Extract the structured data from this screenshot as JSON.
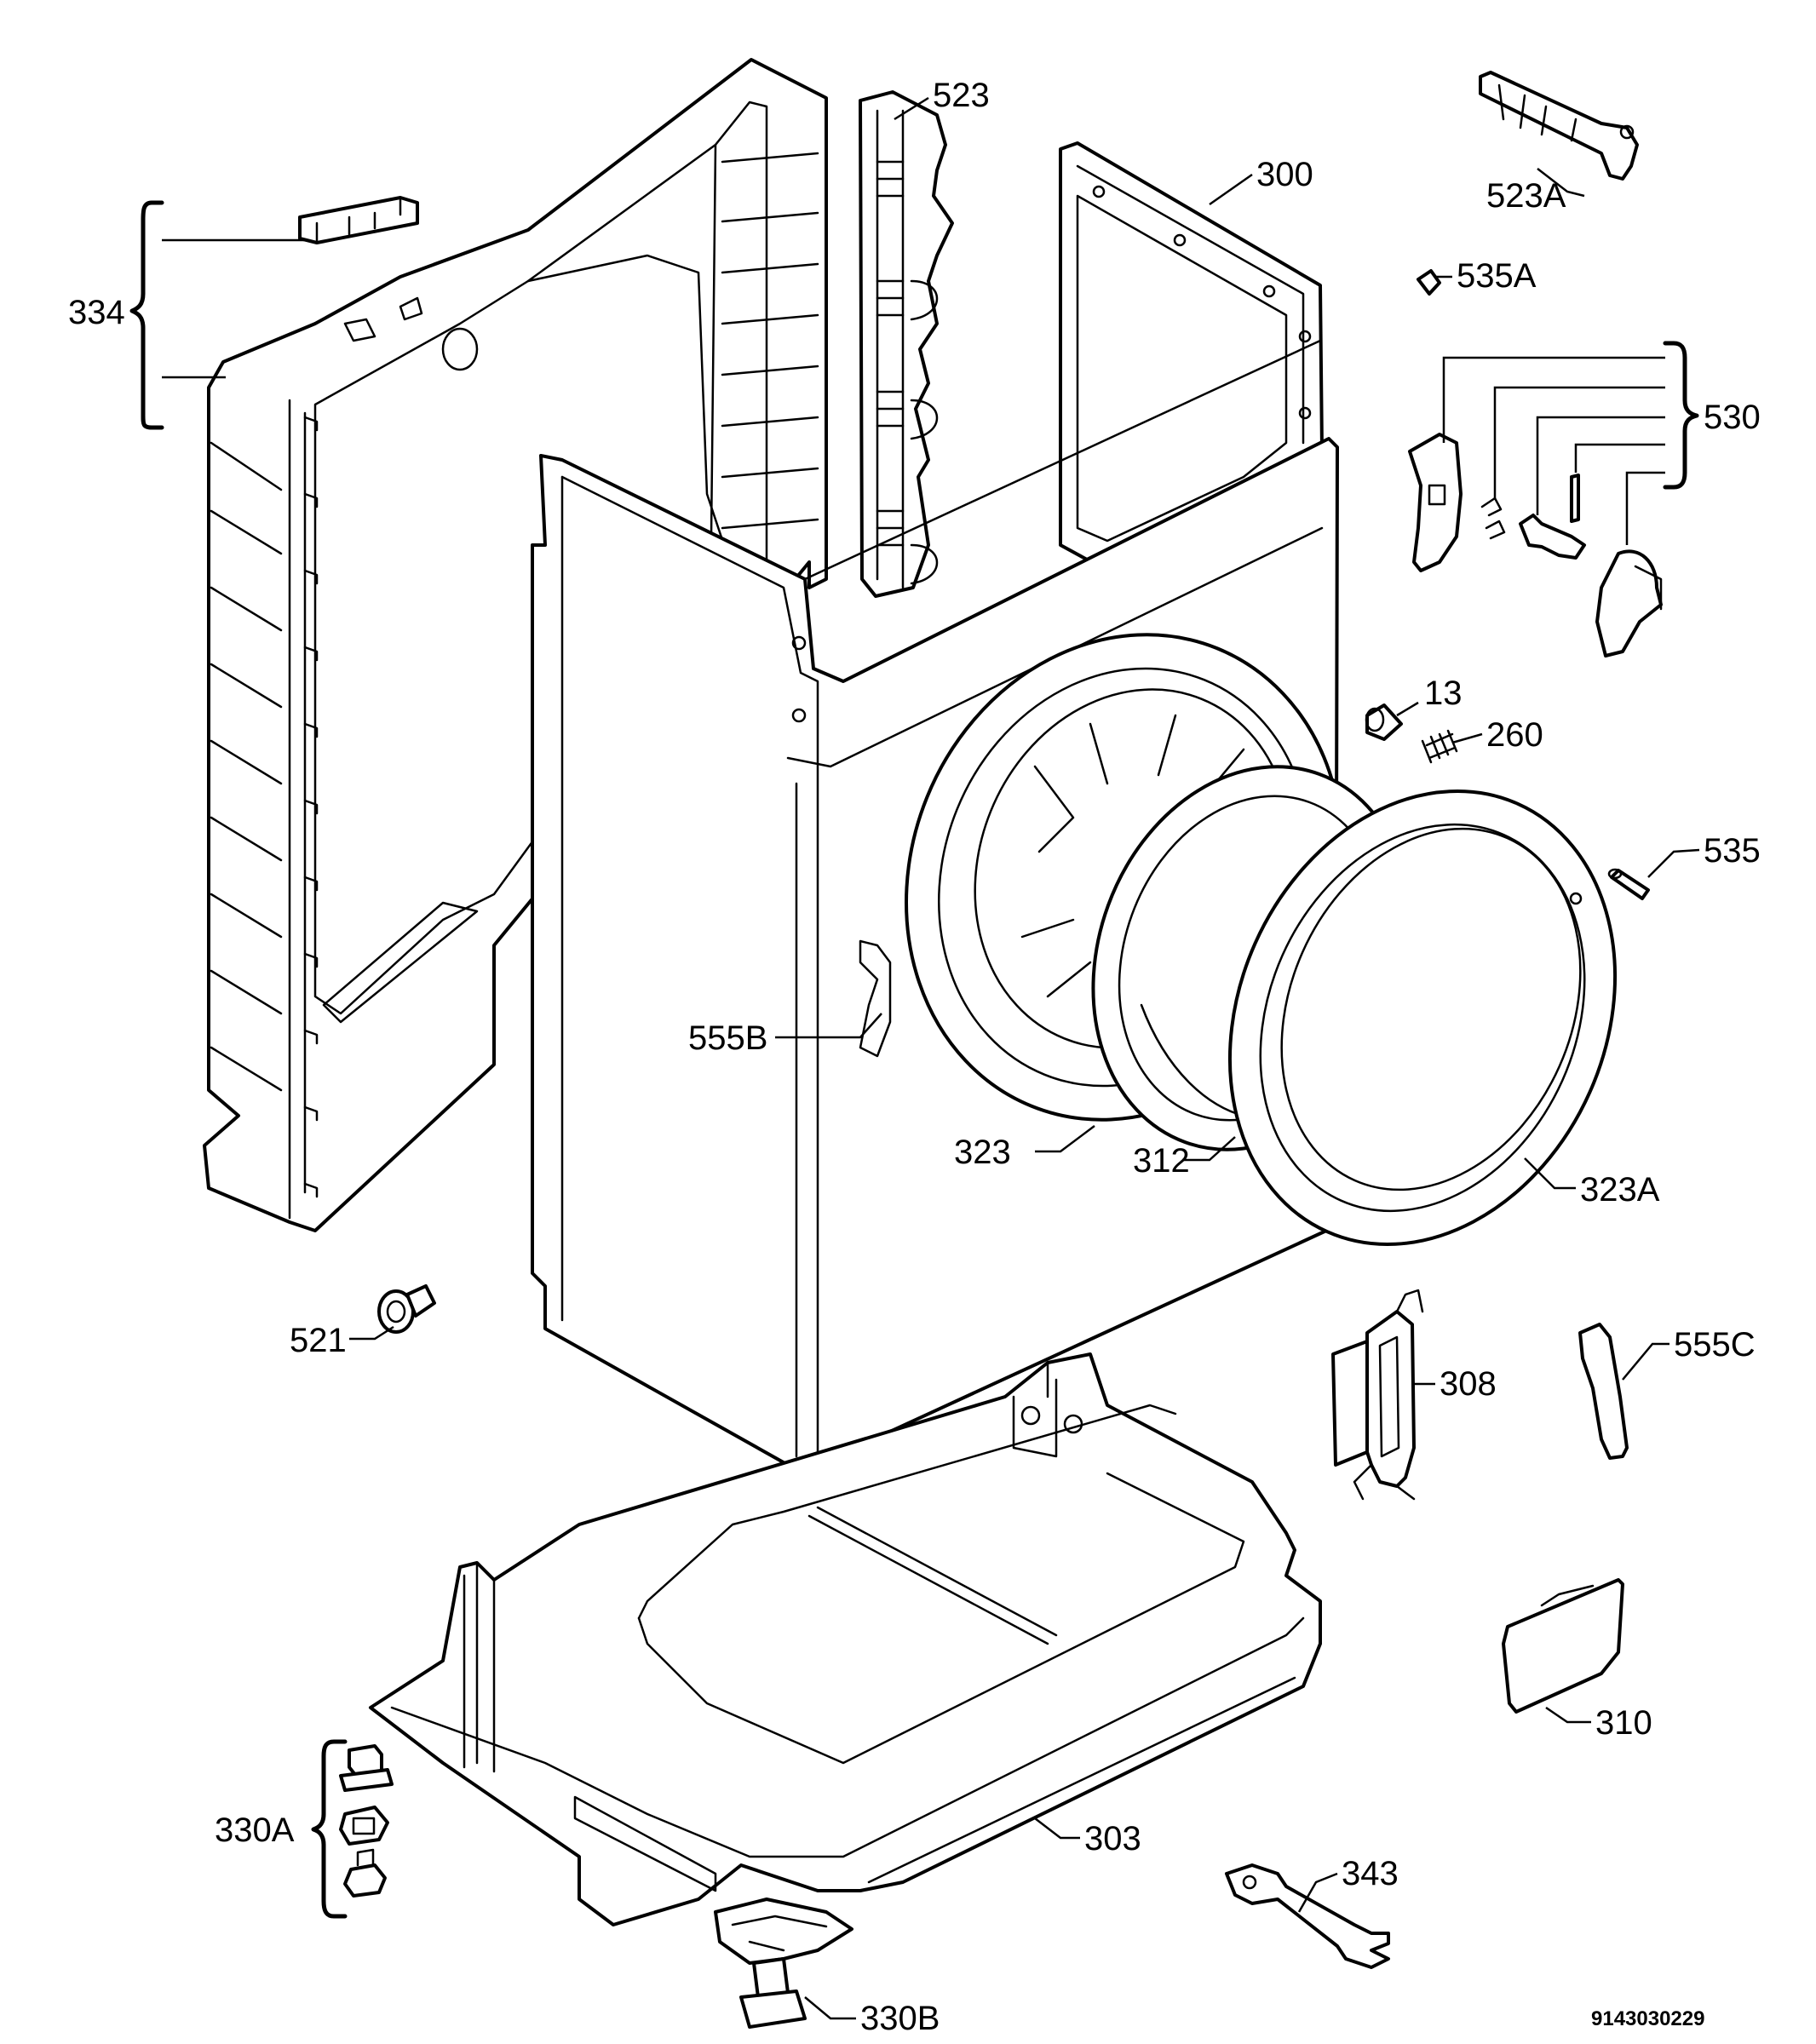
{
  "labels": {
    "p13": "13",
    "p260": "260",
    "p300": "300",
    "p303": "303",
    "p308": "308",
    "p310": "310",
    "p312": "312",
    "p323": "323",
    "p323A": "323A",
    "p330A": "330A",
    "p330B": "330B",
    "p334": "334",
    "p343": "343",
    "p521": "521",
    "p523": "523",
    "p523A": "523A",
    "p530": "530",
    "p535": "535",
    "p535A": "535A",
    "p555B": "555B",
    "p555C": "555C"
  },
  "document_number": "9143030229"
}
